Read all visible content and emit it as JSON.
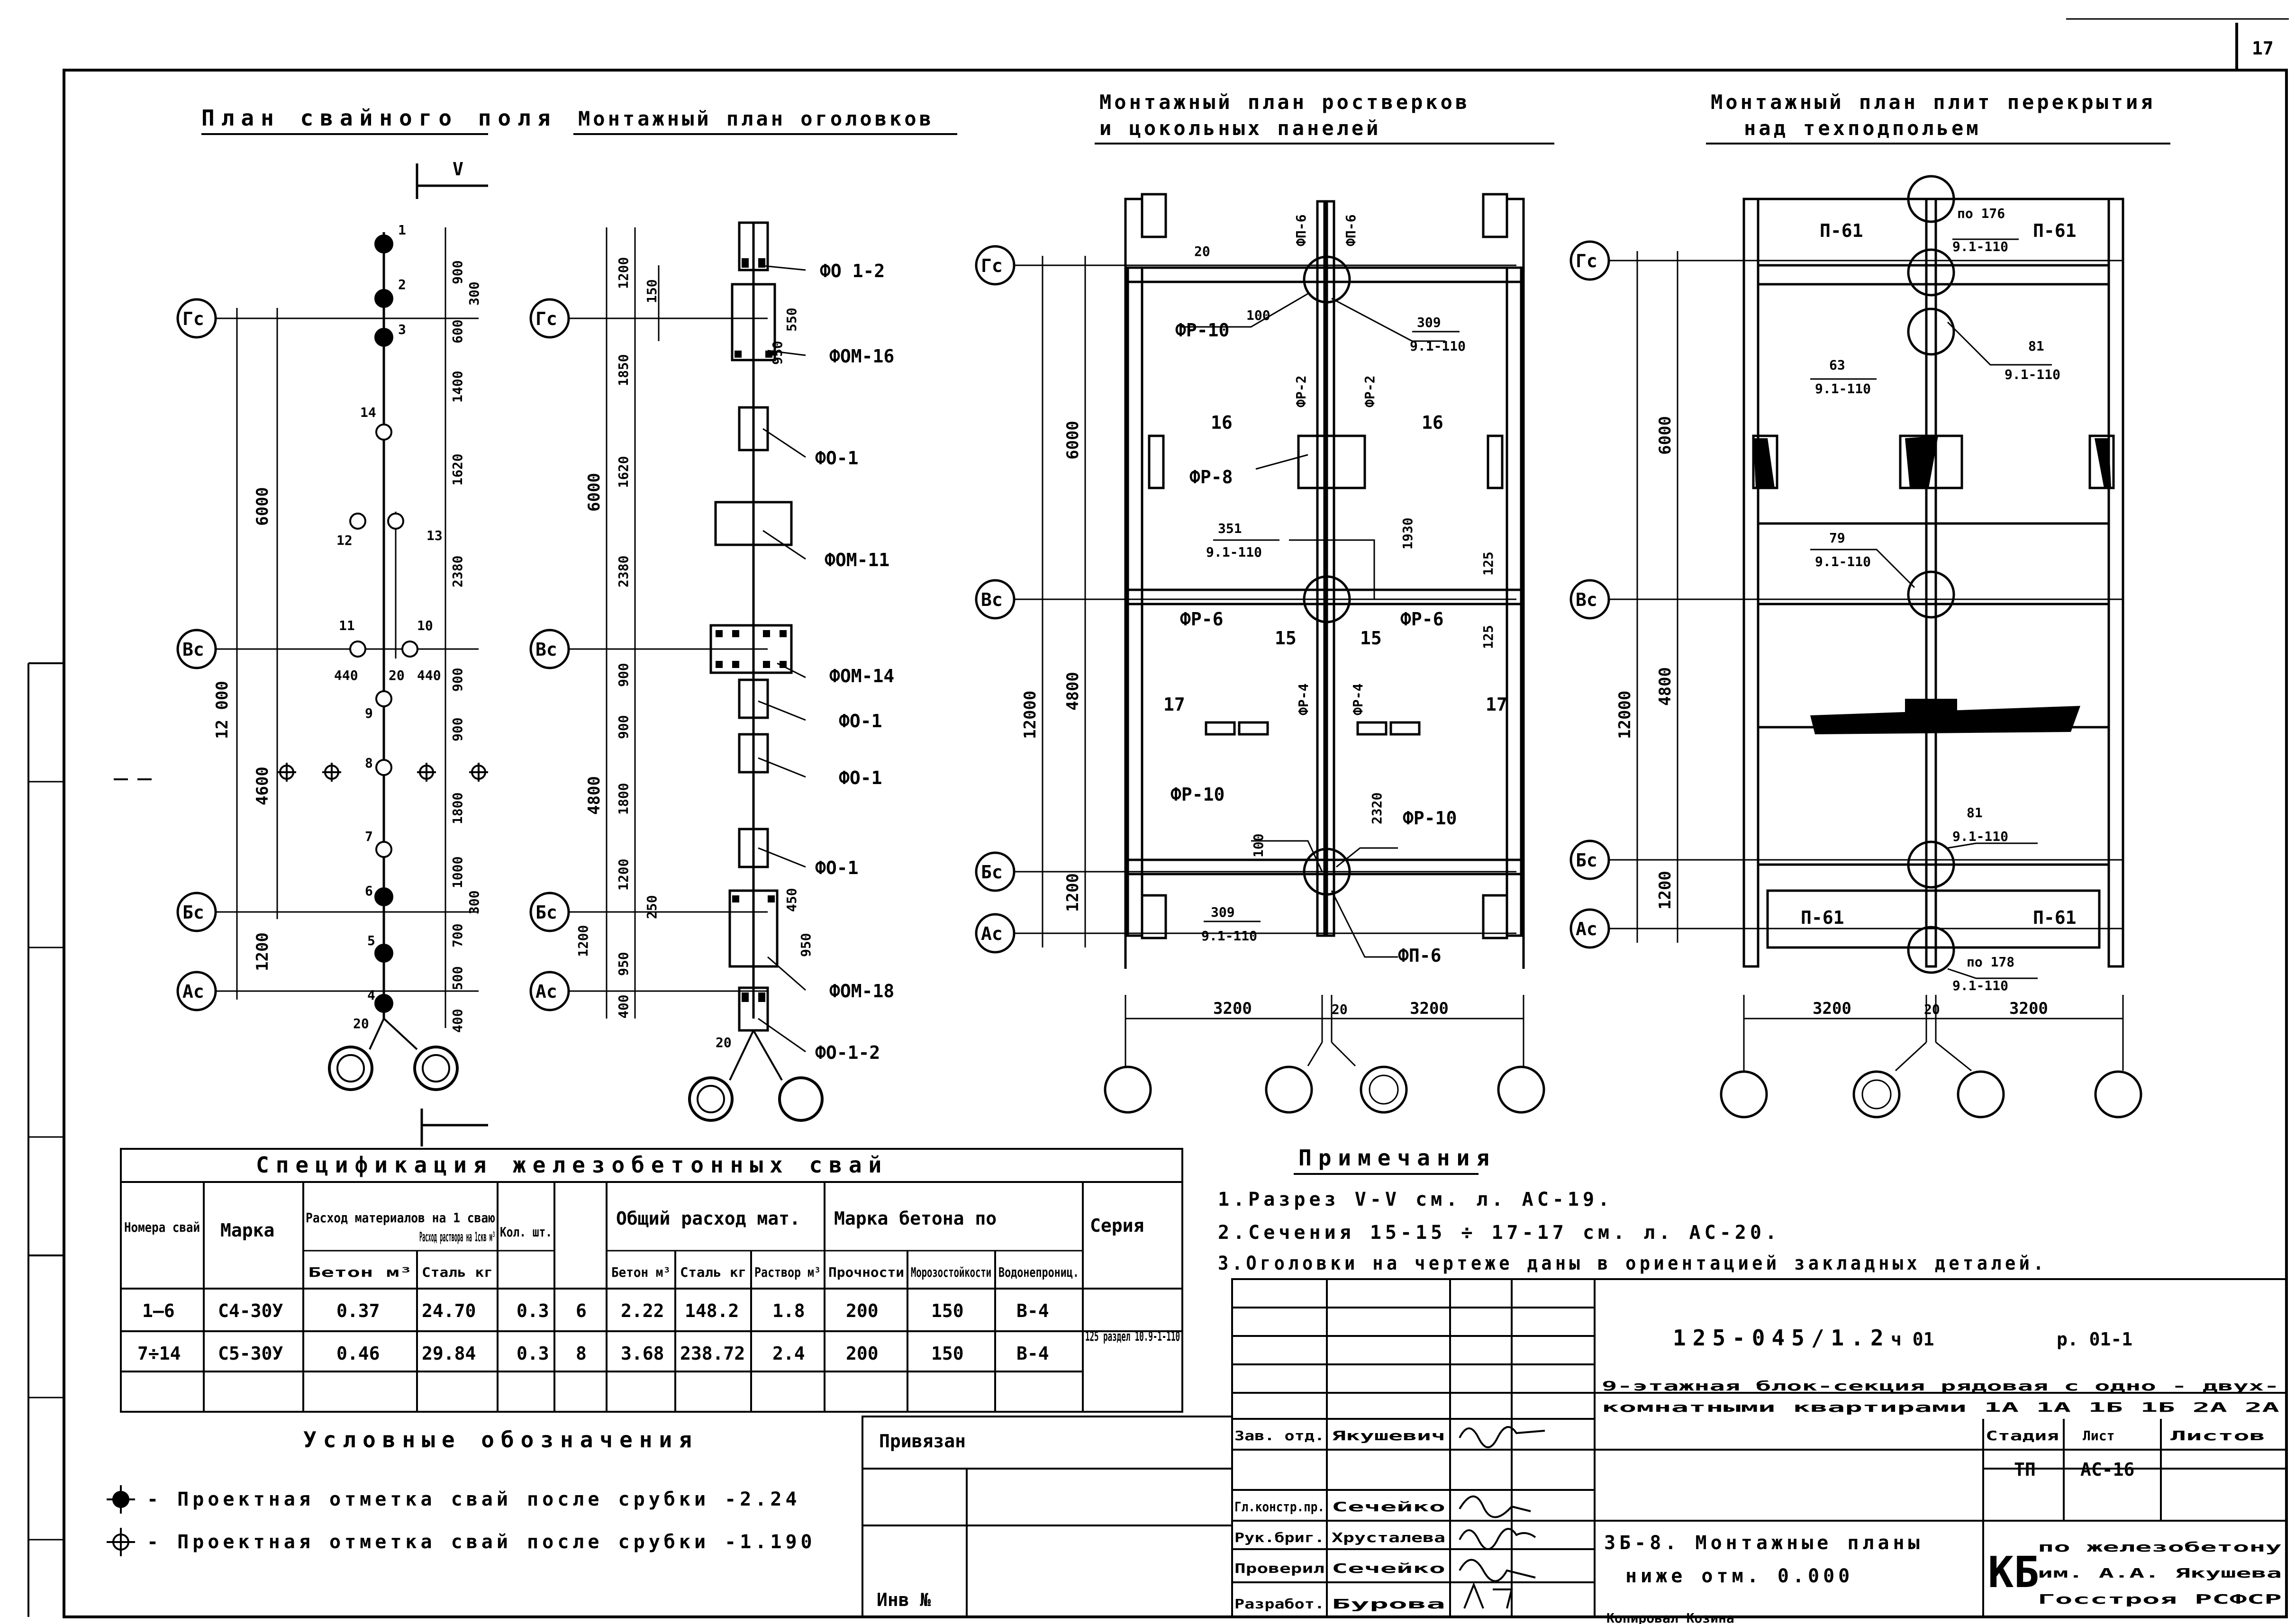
{
  "sheet_number": "17",
  "views": {
    "pile_field": {
      "title": "План свайного поля",
      "section_mark": "V",
      "axes": [
        "Гс",
        "Вс",
        "Бс",
        "Ас"
      ],
      "dims_overall": [
        "6000",
        "12 000",
        "4600",
        "1200"
      ],
      "dims_chain": [
        "900",
        "600",
        "1400",
        "1620",
        "2380",
        "440",
        "20",
        "440",
        "900",
        "900",
        "1800",
        "1000",
        "700",
        "500",
        "400",
        "300",
        "300",
        "20"
      ],
      "pile_numbers": [
        "1",
        "2",
        "3",
        "14",
        "12",
        "13",
        "11",
        "10",
        "9",
        "8",
        "7",
        "6",
        "5",
        "4"
      ]
    },
    "caps_plan": {
      "title": "Монтажный план оголовков",
      "axes": [
        "Гс",
        "Вс",
        "Бс",
        "Ас"
      ],
      "dims": [
        "1200",
        "150",
        "1850",
        "1620",
        "2380",
        "6000",
        "900",
        "900",
        "4800",
        "1800",
        "1200",
        "250",
        "1200",
        "950",
        "400",
        "550",
        "950",
        "450",
        "950",
        "20"
      ],
      "labels": [
        "ФО 1-2",
        "ФОМ-16",
        "ФО-1",
        "ФОМ-11",
        "ФОМ-14",
        "ФО-1",
        "ФО-1",
        "ФО-1",
        "ФОМ-18",
        "ФО-1-2"
      ]
    },
    "grillage_plan": {
      "title_line1": "Монтажный план ростверков",
      "title_line2": "и цокольных панелей",
      "axes": [
        "Гс",
        "Вс",
        "Бс",
        "Ас"
      ],
      "dims": [
        "20",
        "100",
        "6000",
        "12000",
        "4800",
        "1200",
        "1930",
        "125",
        "125",
        "2320",
        "100",
        "3200",
        "20",
        "3200"
      ],
      "labels": [
        "ФП-6",
        "ФП-6",
        "ФР-10",
        "ФР-2",
        "ФР-2",
        "ФР-8",
        "ФР-6",
        "ФР-6",
        "ФР-4",
        "ФР-4",
        "ФР-10",
        "ФР-10",
        "ФП-6"
      ],
      "section_marks": [
        "16",
        "16",
        "15",
        "15",
        "17",
        "17"
      ],
      "node_refs": [
        {
          "num": "309",
          "ser": "9.1-110"
        },
        {
          "num": "351",
          "ser": "9.1-110"
        },
        {
          "num": "309",
          "ser": "9.1-110"
        }
      ]
    },
    "slab_plan": {
      "title_line1": "Монтажный план плит перекрытия",
      "title_line2": "над техподпольем",
      "axes": [
        "Гс",
        "Вс",
        "Бс",
        "Ас"
      ],
      "dims": [
        "6000",
        "12000",
        "4800",
        "1200",
        "3200",
        "20",
        "3200"
      ],
      "slabs": [
        "П-61",
        "П-61",
        "П-61",
        "П-61"
      ],
      "node_refs": [
        {
          "num": "по 176",
          "ser": "9.1-110"
        },
        {
          "num": "63",
          "ser": "9.1-110"
        },
        {
          "num": "81",
          "ser": "9.1-110"
        },
        {
          "num": "79",
          "ser": "9.1-110"
        },
        {
          "num": "81",
          "ser": "9.1-110"
        },
        {
          "num": "по 178",
          "ser": "9.1-110"
        }
      ]
    }
  },
  "spec_table": {
    "title": "Спецификация железобетонных свай",
    "headers": {
      "num": "Номера свай",
      "mark": "Марка",
      "per_pile": "Расход материалов на 1 сваю",
      "mortar": "Расход раствора на 1скв м³",
      "qty": "Кол. шт.",
      "total": "Общий расход мат.",
      "grade": "Марка бетона по",
      "series": "Серия"
    },
    "subheaders": [
      "Бетон м³",
      "Сталь кг",
      "Бетон м³",
      "Сталь кг",
      "Раствор м³",
      "Прочности",
      "Морозостойкости",
      "Водонепрониц."
    ],
    "rows": [
      {
        "num": "1–6",
        "mark": "С4-30У",
        "concrete": "0.37",
        "steel": "24.70",
        "mortar": "0.3",
        "qty": "6",
        "t_concrete": "2.22",
        "t_steel": "148.2",
        "t_mortar": "1.8",
        "strength": "200",
        "frost": "150",
        "water": "В-4"
      },
      {
        "num": "7÷14",
        "mark": "С5-30У",
        "concrete": "0.46",
        "steel": "29.84",
        "mortar": "0.3",
        "qty": "8",
        "t_concrete": "3.68",
        "t_steel": "238.72",
        "t_mortar": "2.4",
        "strength": "200",
        "frost": "150",
        "water": "В-4"
      }
    ],
    "series_value": "125 раздел 10.9-1-110"
  },
  "notes": {
    "title": "Примечания",
    "items": [
      "1.Разрез  V-V  см. л. АС-19.",
      "2.Сечения  15-15 ÷ 17-17 см. л. АС-20.",
      "3.Оголовки на чертеже даны в ориентацией закладных деталей."
    ]
  },
  "legend": {
    "title": "Условные обозначения",
    "items": [
      "- Проектная отметка свай после срубки   -2.24",
      "- Проектная отметка свай после срубки   -1.190"
    ]
  },
  "title_block": {
    "doc_code": "125-045/1.2",
    "part": "ч 01",
    "section": "р. 01-1",
    "project_line1": "9-этажная блок-секция рядовая с одно - двух-",
    "project_line2": "комнатными квартирами 1А 1А 1Б 1Б 2А 2А",
    "stage_label": "Стадия",
    "sheet_label": "Лист",
    "sheets_label": "Листов",
    "stage": "ТП",
    "sheet": "АС-16",
    "sheets": "",
    "drawing_title_line1": "3Б-8. Монтажные планы",
    "drawing_title_line2": "ниже отм. 0.000",
    "org_logo": "КБ",
    "org_line1": "по железобетону",
    "org_line2": "им. А.А. Якушева",
    "org_line3": "Госстроя РСФСР",
    "tied": "Привязан",
    "inv": "Инв №",
    "signatures": [
      {
        "role": "Зав. отд.",
        "name": "Якушевич"
      },
      {
        "role": "Гл.констр.пр.",
        "name": "Сечейко"
      },
      {
        "role": "Рук.бриг.",
        "name": "Хрусталева"
      },
      {
        "role": "Проверил",
        "name": "Сечейко"
      },
      {
        "role": "Разработ.",
        "name": "Бурова"
      }
    ],
    "copied_by": "Копировал  Козина"
  }
}
